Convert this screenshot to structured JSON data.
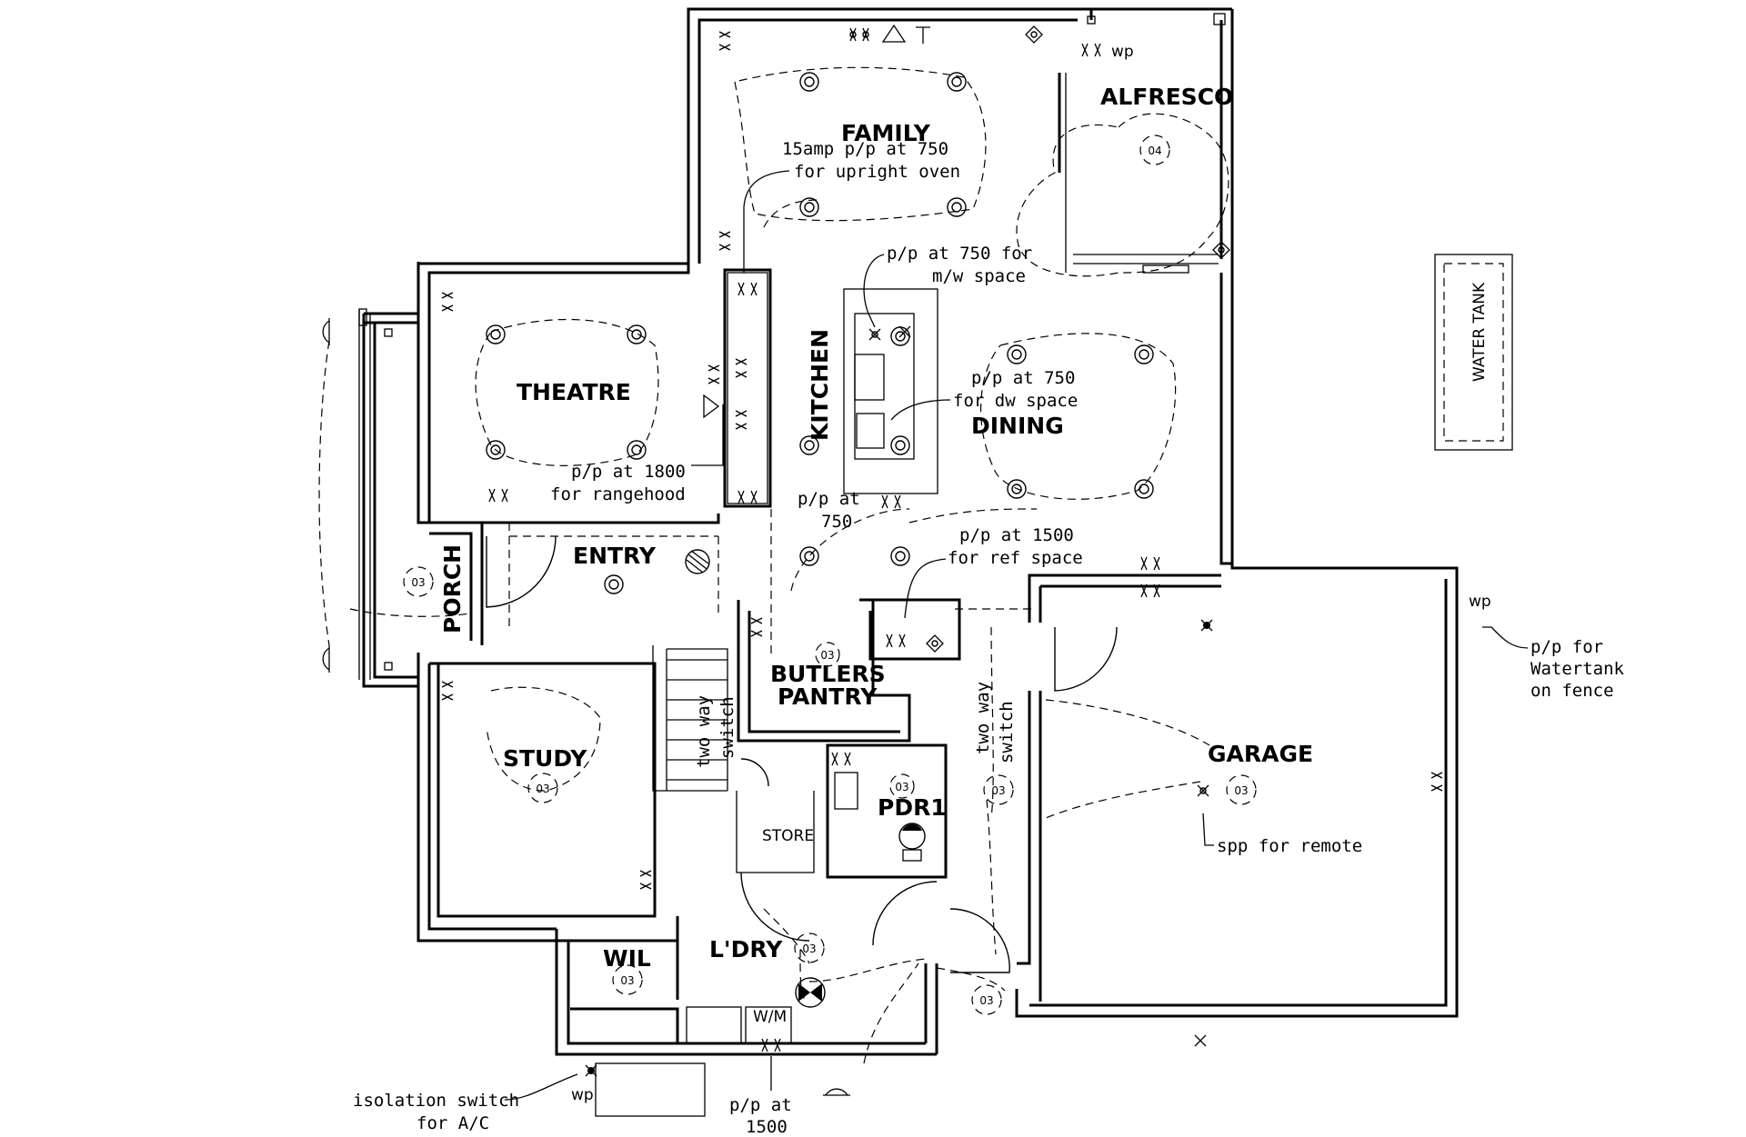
{
  "rooms": {
    "family": "FAMILY",
    "alfresco": "ALFRESCO",
    "theatre": "THEATRE",
    "kitchen": "KITCHEN",
    "dining": "DINING",
    "entry": "ENTRY",
    "porch": "PORCH",
    "butlers_line1": "BUTLERS",
    "butlers_line2": "PANTRY",
    "study": "STUDY",
    "garage": "GARAGE",
    "pdr": "PDR1",
    "store": "STORE",
    "wil": "WIL",
    "ldry": "L'DRY",
    "water_tank": "WATER TANK",
    "wm": "W/M"
  },
  "notes": {
    "oven_1": "15amp p/p at 750",
    "oven_2": "for upright oven",
    "mw_1": "p/p at 750 for",
    "mw_2": "m/w space",
    "dw_1": "p/p at 750",
    "dw_2": "for dw space",
    "rangehood_1": "p/p at 1800",
    "rangehood_2": "for rangehood",
    "island_1": "p/p at",
    "island_2": "750",
    "ref_1": "p/p at 1500",
    "ref_2": "for ref space",
    "tank_1": "p/p for",
    "tank_2": "Watertank",
    "tank_3": "on fence",
    "remote": "spp for remote",
    "two_way_1a": "two way",
    "two_way_1b": "switch",
    "two_way_2a": "two way",
    "two_way_2b": "switch",
    "iso_1": "isolation switch",
    "iso_2": "for A/C",
    "ldry_pp_1": "p/p at",
    "ldry_pp_2": "1500",
    "wp_1": "wp",
    "wp_2": "wp",
    "wp_3": "wp"
  },
  "circuit_tags": {
    "porch": "03",
    "alfresco": "04",
    "butlers": "03",
    "study": "03",
    "pdr": "03",
    "passage": "03",
    "garage": "03",
    "ldry": "03",
    "wil": "03",
    "side": "03"
  }
}
